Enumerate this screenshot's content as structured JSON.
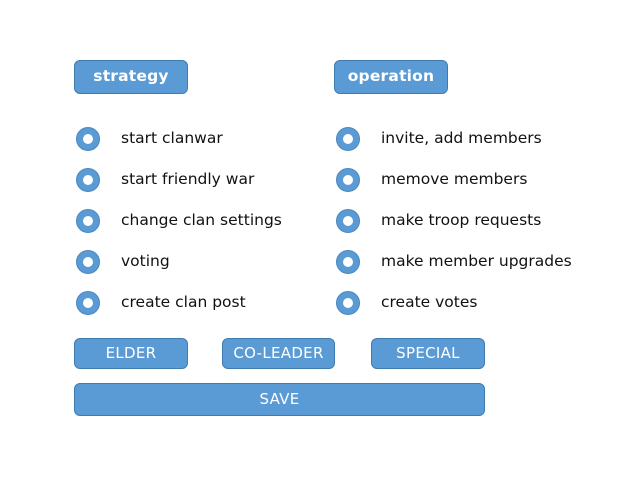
{
  "theme": {
    "background": "#ffffff",
    "accent_blue": "#5b9bd5",
    "accent_blue_border": "#3f7cad",
    "button_text": "#ffffff",
    "label_text": "#111111"
  },
  "columns": [
    {
      "header_label": "strategy",
      "options": [
        {
          "label": "start clanwar",
          "icon": "radio-ring-icon"
        },
        {
          "label": "start friendly war",
          "icon": "radio-ring-icon"
        },
        {
          "label": "change clan settings",
          "icon": "radio-ring-icon"
        },
        {
          "label": "voting",
          "icon": "radio-ring-icon"
        },
        {
          "label": "create clan post",
          "icon": "radio-ring-icon"
        }
      ]
    },
    {
      "header_label": "operation",
      "options": [
        {
          "label": "invite, add members",
          "icon": "radio-ring-icon"
        },
        {
          "label": "memove members",
          "icon": "radio-ring-icon"
        },
        {
          "label": "make troop requests",
          "icon": "radio-ring-icon"
        },
        {
          "label": "make member upgrades",
          "icon": "radio-ring-icon"
        },
        {
          "label": "create votes",
          "icon": "radio-ring-icon"
        }
      ]
    }
  ],
  "roles": {
    "elder_label": "ELDER",
    "coleader_label": "CO-LEADER",
    "special_label": "SPECIAL"
  },
  "actions": {
    "save_label": "SAVE"
  }
}
